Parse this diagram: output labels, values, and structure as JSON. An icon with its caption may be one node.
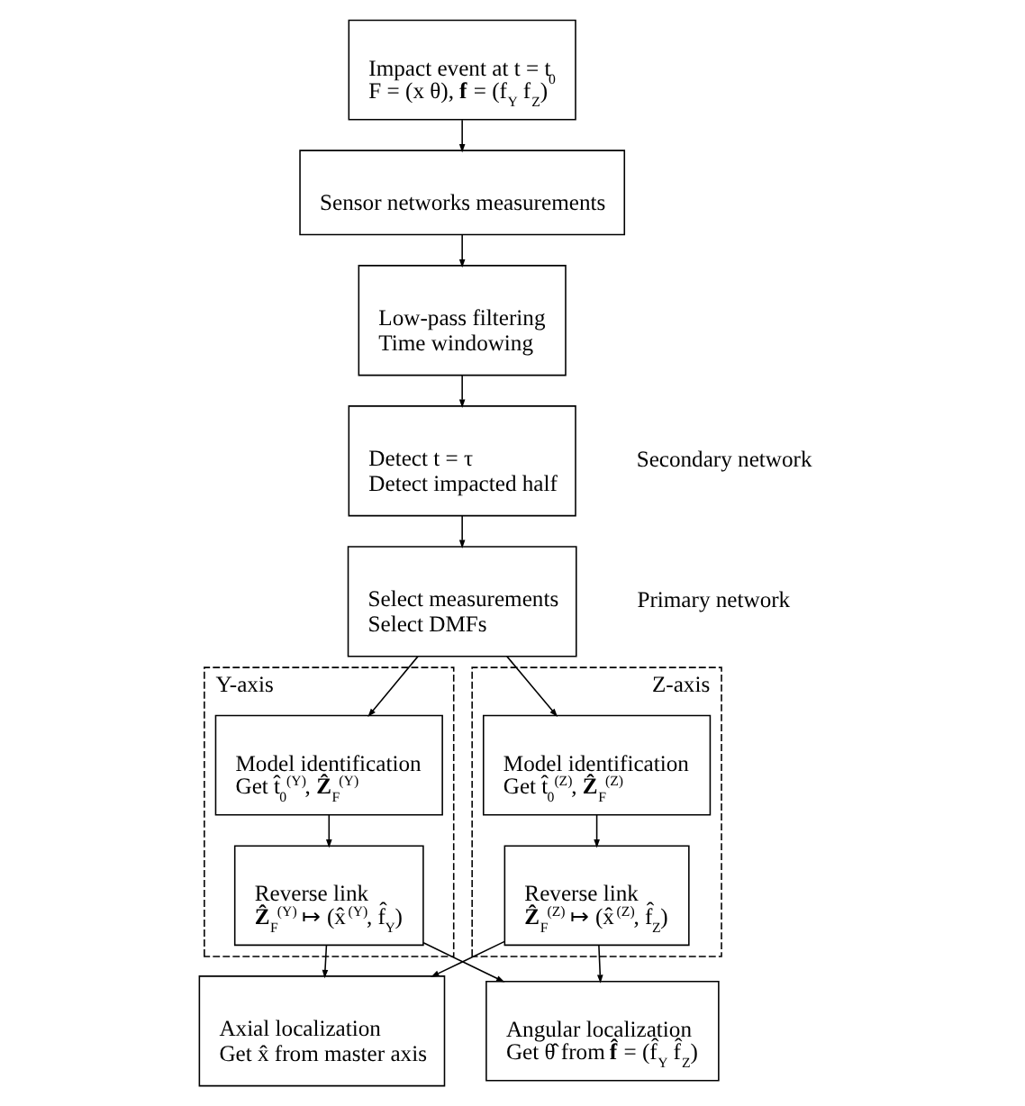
{
  "diagram": {
    "nodes": [
      {
        "text": [
          "Impact event at t = t$_{0}$",
          "F = (x θ), **f** = (f$_{Y}$ f$_{Z}$)"
        ]
      },
      {
        "text": [
          "Sensor networks measurements"
        ]
      },
      {
        "text": [
          "Low-pass filtering",
          "Time windowing"
        ]
      },
      {
        "text": [
          "Detect t = τ",
          "Detect impacted half"
        ],
        "beside": [
          "Secondary network"
        ]
      },
      {
        "text": [
          "Select measurements",
          "Select DMFs"
        ],
        "beside": [
          "Primary network"
        ]
      },
      {
        "text": [
          "Y-axis"
        ]
      },
      {
        "text": [
          "Model identification",
          "Get t̂$_{0}$$^{(Y)}$, **Ẑ**$_{F}$$^{(Y)}$"
        ],
        "in": 5
      },
      {
        "text": [
          "Reverse link",
          "**Ẑ**$_{F}$$^{(Y)}$ ↦ (x̂$^{(Y)}$, f̂$_{Y}$)"
        ],
        "in": 5
      },
      {
        "text": [
          "Z-axis"
        ]
      },
      {
        "text": [
          "Model identification",
          "Get t̂$_{0}$$^{(Z)}$, **Ẑ**$_{F}$$^{(Z)}$"
        ],
        "in": 8
      },
      {
        "text": [
          "Reverse link",
          "**Ẑ**$_{F}$$^{(Z)}$ ↦ (x̂$^{(Z)}$, f̂$_{Z}$)"
        ],
        "in": 8
      },
      {
        "text": [
          "Axial localization",
          "Get x̂ from master axis"
        ]
      },
      {
        "text": [
          "Angular localization",
          "Get θ̂ from **f̂** = (f̂$_{Y}$ f̂$_{Z}$)"
        ]
      }
    ],
    "edges": [
      {
        "from": 0,
        "to": 1,
        "arrow": "to"
      },
      {
        "from": 1,
        "to": 2,
        "arrow": "to"
      },
      {
        "from": 2,
        "to": 3,
        "arrow": "to"
      },
      {
        "from": 3,
        "to": 4,
        "arrow": "to"
      },
      {
        "from": 4,
        "to": 6,
        "arrow": "to"
      },
      {
        "from": 4,
        "to": 9,
        "arrow": "to"
      },
      {
        "from": 6,
        "to": 7,
        "arrow": "to"
      },
      {
        "from": 9,
        "to": 10,
        "arrow": "to"
      },
      {
        "from": 7,
        "to": 11,
        "arrow": "to"
      },
      {
        "from": 7,
        "to": 12,
        "arrow": "to"
      },
      {
        "from": 10,
        "to": 11,
        "arrow": "to"
      },
      {
        "from": 10,
        "to": 12,
        "arrow": "to"
      }
    ]
  }
}
